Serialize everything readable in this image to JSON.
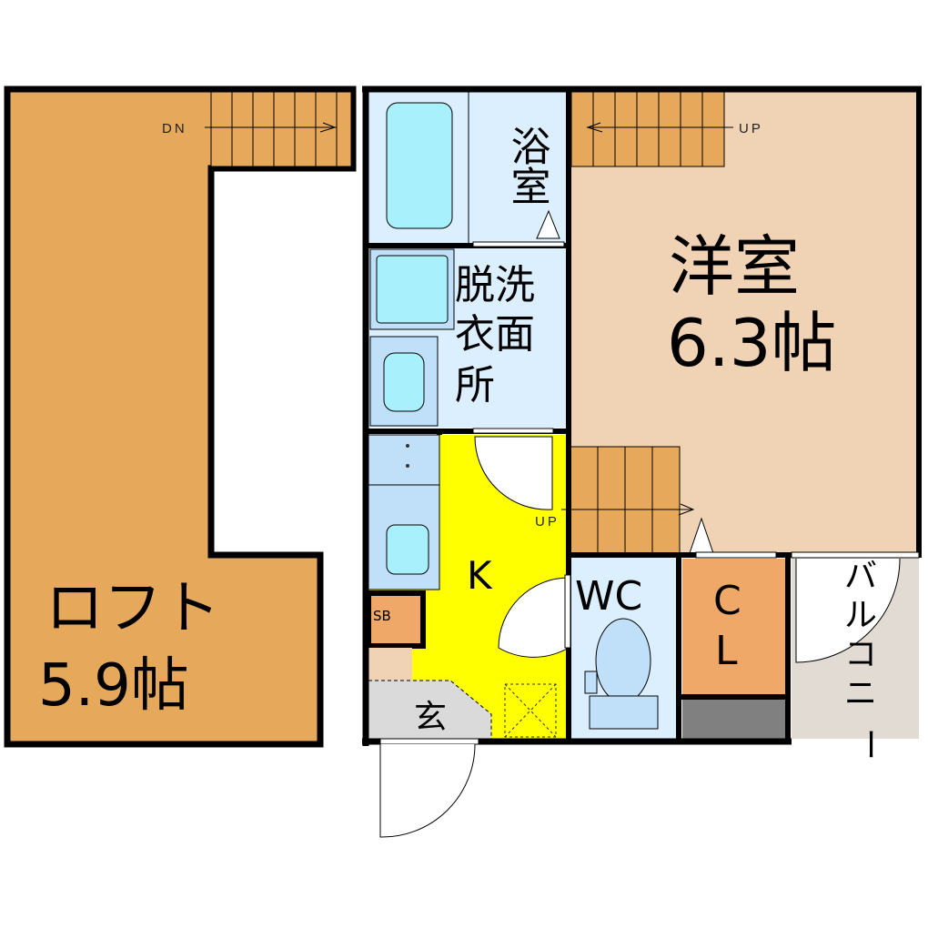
{
  "loft": {
    "name": "ロフト",
    "size": "5.9帖",
    "stair_label": "DN"
  },
  "rooms": {
    "bath": "浴室",
    "washroom": [
      "脱洗",
      "衣面",
      "所"
    ],
    "western": {
      "name": "洋室",
      "size": "6.3帖",
      "stair_label": "UP"
    },
    "kitchen": "K",
    "kitchen_stair_label": "UP",
    "shoebox": "SB",
    "entrance": "玄",
    "wc": "WC",
    "closet": [
      "C",
      "L"
    ],
    "balcony": [
      "バ",
      "ル",
      "コ",
      "ニ",
      "ー"
    ]
  },
  "colors": {
    "loft": "#e6a95c",
    "western": "#f0d2b4",
    "kitchen": "#ffff00",
    "wet": "#dcefff",
    "closet": "#f0a868",
    "balcony": "#e2dbd4"
  }
}
